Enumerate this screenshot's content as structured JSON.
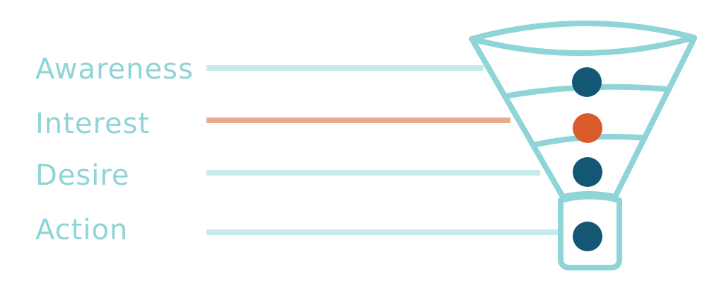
{
  "stages": [
    {
      "label": "Awareness",
      "line_color": "#c7ebec",
      "dot_color": "#135774"
    },
    {
      "label": "Interest",
      "line_color": "#e8ab8f",
      "dot_color": "#d95b2a"
    },
    {
      "label": "Desire",
      "line_color": "#c7ebec",
      "dot_color": "#135774"
    },
    {
      "label": "Action",
      "line_color": "#c7ebec",
      "dot_color": "#135774"
    }
  ],
  "colors": {
    "label_text": "#8fd4d6",
    "funnel_outline": "#8fd4d6"
  }
}
